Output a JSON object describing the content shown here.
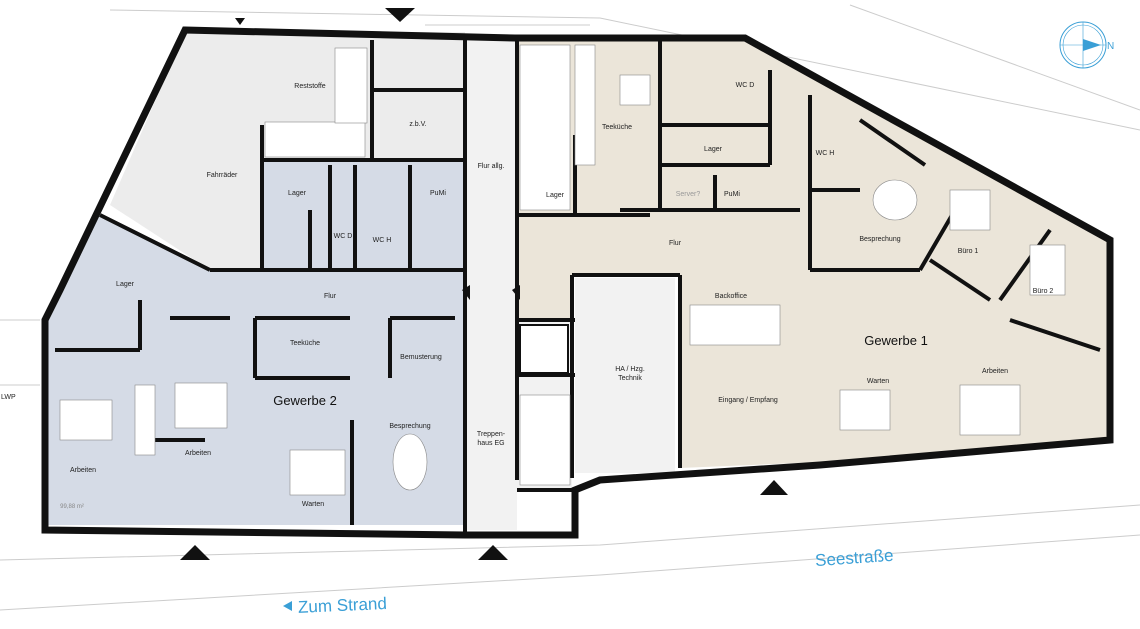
{
  "rooms": {
    "reststoffe": "Reststoffe",
    "zbv": "z.b.V.",
    "fahrraeder": "Fahrräder",
    "lager_mid": "Lager",
    "wc_d_left": "WC D",
    "wc_h_left": "WC H",
    "pumi_left": "PuMi",
    "flur_allg": "Flur allg.",
    "lager_left": "Lager",
    "flur_left": "Flur",
    "teekueche_left": "Teeküche",
    "bemusterung": "Bemusterung",
    "gewerbe2": "Gewerbe 2",
    "besprechung_left": "Besprechung",
    "arbeiten_left1": "Arbeiten",
    "arbeiten_left2": "Arbeiten",
    "warten_left": "Warten",
    "area_left": "99,88 m²",
    "treppenhaus_1": "Treppen-",
    "treppenhaus_2": "haus EG",
    "technik_1": "HA / Hzg.",
    "technik_2": "Technik",
    "eingang": "Eingang / Empfang",
    "backoffice": "Backoffice",
    "gewerbe1": "Gewerbe 1",
    "warten_right": "Warten",
    "arbeiten_right": "Arbeiten",
    "besprechung_right": "Besprechung",
    "buero1": "Büro 1",
    "buero2": "Büro 2",
    "wc_h_right": "WC H",
    "wc_d_right": "WC D",
    "lager_right_top": "Lager",
    "teekueche_right": "Teeküche",
    "lager_right": "Lager",
    "server": "Server?",
    "pumi_right": "PuMi",
    "flur_right": "Flur"
  },
  "labels": {
    "lwp": "LWP",
    "street_seestrasse": "Seestraße",
    "street_zum_strand": "Zum Strand",
    "north": "N"
  },
  "colors": {
    "gewerbe2": "#d5dbe6",
    "gewerbe1": "#ebe5d9",
    "common": "#ececec",
    "accent": "#3a9fd6"
  }
}
